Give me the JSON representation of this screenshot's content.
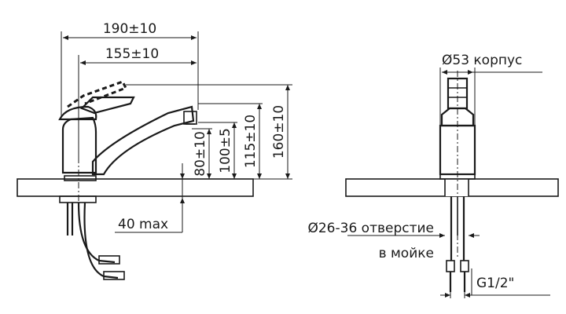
{
  "drawing": {
    "dims": {
      "overall_reach": "190±10",
      "spout_reach": "155±10",
      "h_80": "80±10",
      "h_100": "100±5",
      "h_115": "115±10",
      "h_160": "160±10",
      "counter_thickness": "40 max",
      "body_diameter": "Ø53 корпус",
      "hole_diameter": "Ø26-36 отверстие",
      "hole_location": "в мойке",
      "thread": "G1/2\""
    },
    "colors": {
      "line": "#1a1a1a",
      "background": "#ffffff"
    }
  }
}
